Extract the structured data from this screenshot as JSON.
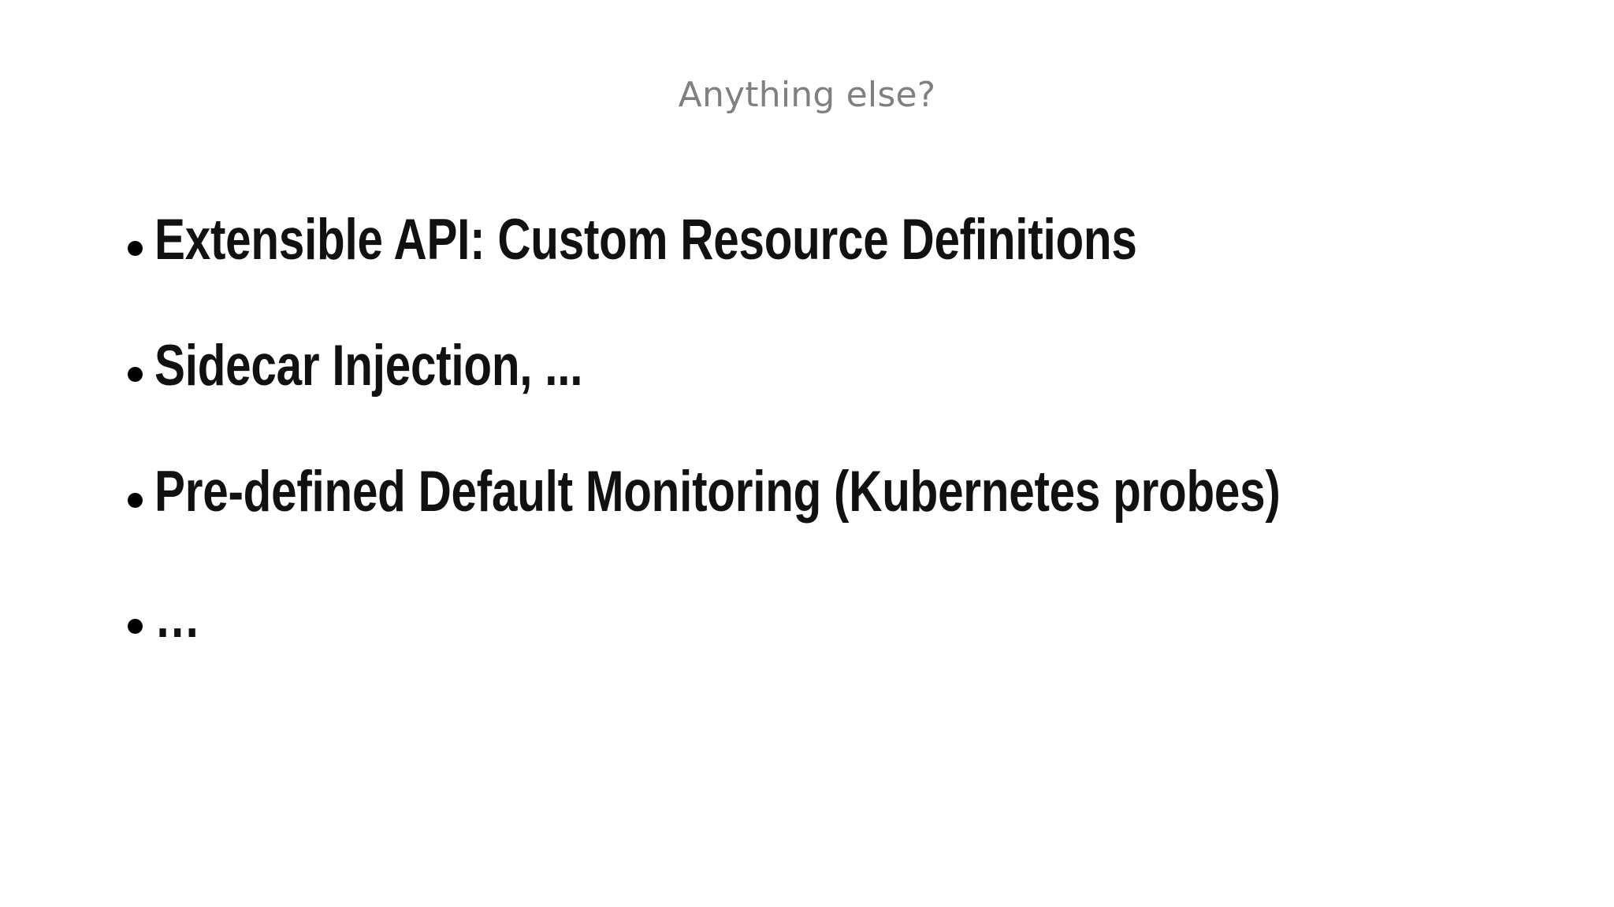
{
  "slide": {
    "title": "Anything else?",
    "title_color": "#808080",
    "background_color": "#ffffff",
    "text_color": "#111111",
    "bullet_marker": "•",
    "bullets": [
      {
        "text": "Extensible API: Custom Resource Definitions"
      },
      {
        "text": "Sidecar Injection, ..."
      },
      {
        "text": "Pre-defined Default Monitoring (Kubernetes probes)"
      },
      {
        "text": "…"
      }
    ]
  }
}
